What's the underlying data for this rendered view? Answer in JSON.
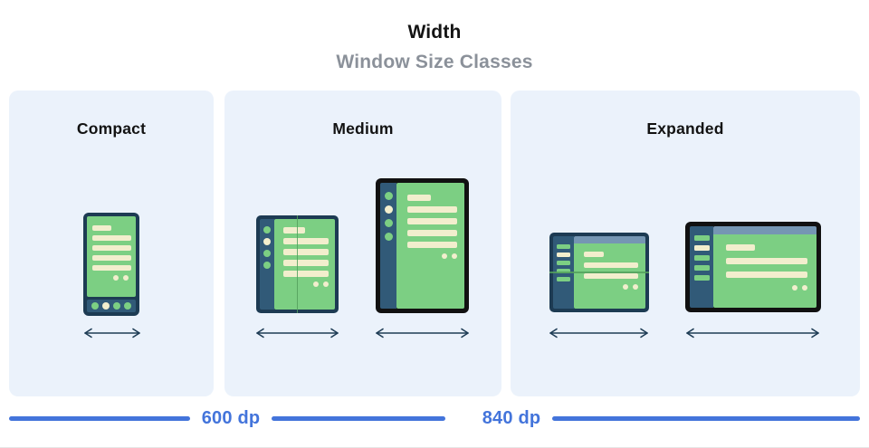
{
  "header": {
    "title": "Width",
    "subtitle": "Window Size Classes"
  },
  "sections": [
    {
      "label": "Compact"
    },
    {
      "label": "Medium"
    },
    {
      "label": "Expanded"
    }
  ],
  "scale": {
    "labels": [
      "600 dp",
      "840 dp"
    ]
  },
  "colors": {
    "page_bg": "#ffffff",
    "panel_bg": "#ebf2fb",
    "frame_navy": "#1d3b53",
    "frame_black": "#111111",
    "rail_navy": "#315a78",
    "screen_green": "#7ccf83",
    "fold_green": "#53a05d",
    "cream": "#f2eecd",
    "topbar_blue": "#7596b3",
    "arrow_navy": "#1e3c55",
    "accent_blue": "#4374db",
    "title_color": "#141414",
    "subtitle_color": "#8b919a"
  }
}
